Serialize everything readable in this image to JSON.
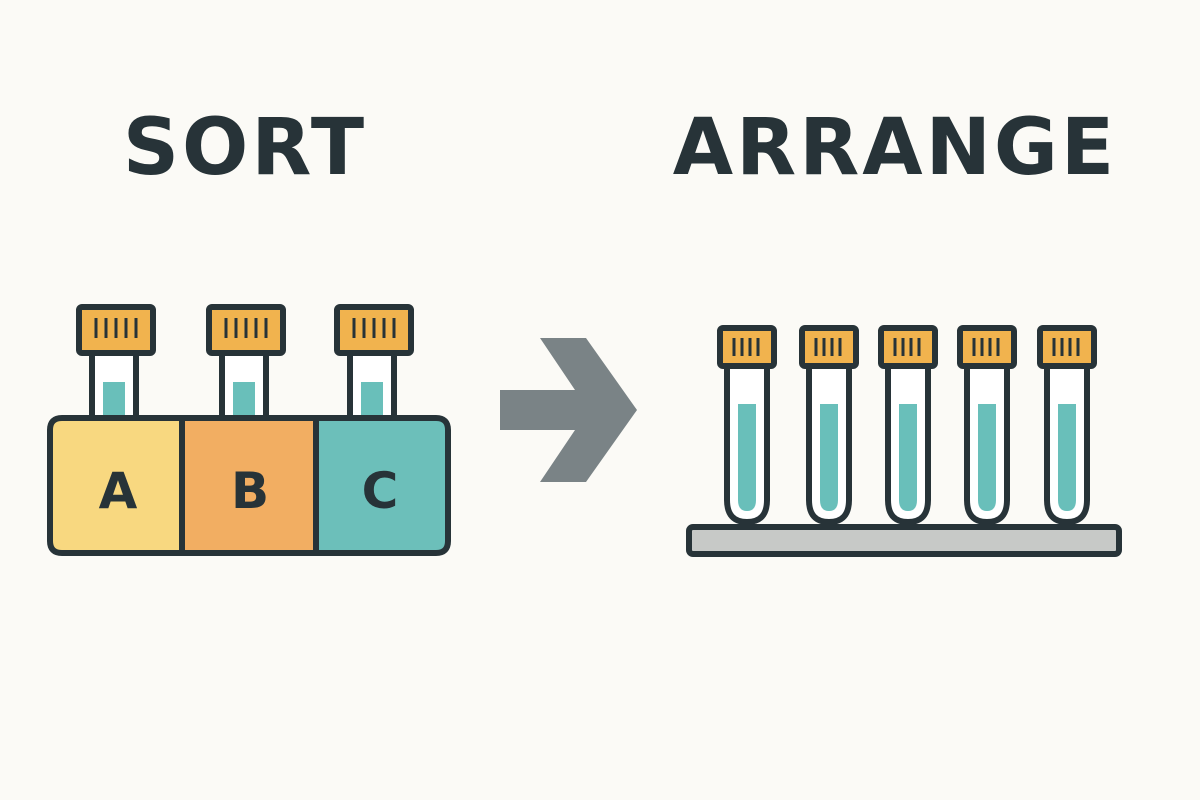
{
  "headings": {
    "left": "SORT",
    "right": "ARRANGE"
  },
  "sort_group": {
    "boxes": [
      {
        "letter": "A",
        "color": "#f8d880"
      },
      {
        "letter": "B",
        "color": "#f2ae62"
      },
      {
        "letter": "C",
        "color": "#6cbfba"
      }
    ],
    "tube_count": 3
  },
  "arrow": {
    "icon": "right-arrow-icon",
    "color": "#7a8386"
  },
  "arrange_group": {
    "tube_count": 5,
    "rack_color": "#c7c9c7"
  },
  "colors": {
    "ink": "#273338",
    "cap": "#f1b34e",
    "liquid": "#69bfba",
    "background": "#fbfaf6"
  }
}
